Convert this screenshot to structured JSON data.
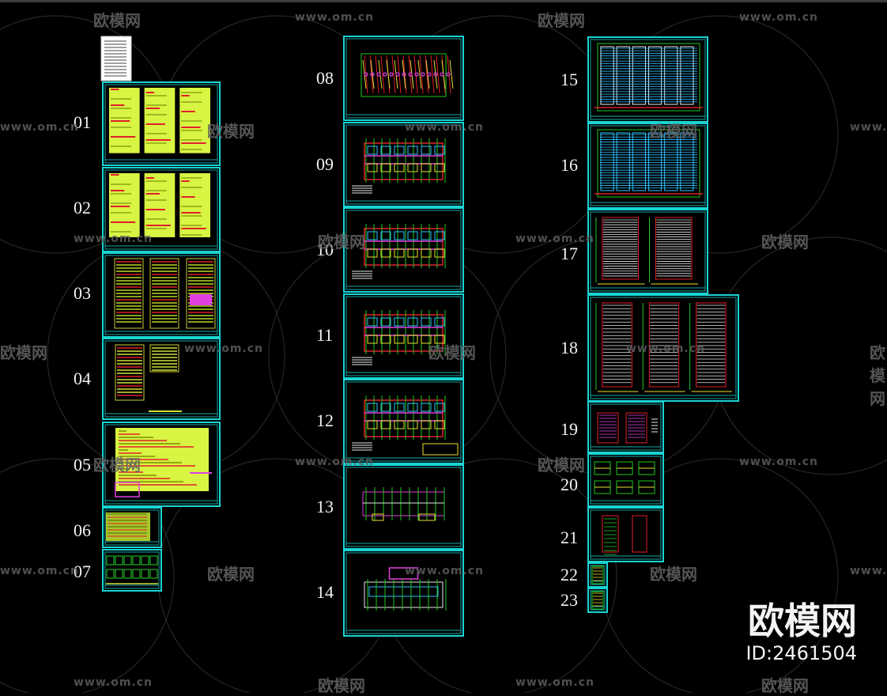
{
  "sheet_numbers": [
    "01",
    "02",
    "03",
    "04",
    "05",
    "06",
    "07",
    "08",
    "09",
    "10",
    "11",
    "12",
    "13",
    "14",
    "15",
    "16",
    "17",
    "18",
    "19",
    "20",
    "21",
    "22",
    "23"
  ],
  "watermark": {
    "url": "www.om.cn",
    "brand": "欧模网"
  },
  "stamp": {
    "brand": "欧模网",
    "id": "ID:2461504"
  },
  "colors": {
    "background": "#000000",
    "frame": "#19d4d4",
    "text_block": "#d7f542",
    "red_line": "#e0202a",
    "magenta": "#e040e0",
    "white_number": "#f2f2f2"
  }
}
